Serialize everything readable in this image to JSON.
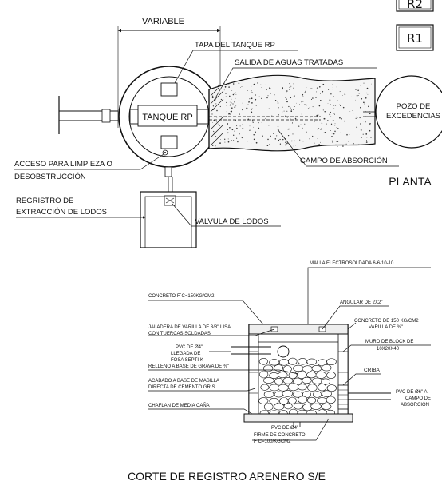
{
  "tags": {
    "r2": "R2",
    "r1": "R1"
  },
  "plan": {
    "title": "PLANTA",
    "variable": "VARIABLE",
    "tapa": "TAPA DEL TANQUE RP",
    "salida": "SALIDA DE AGUAS TRATADAS",
    "tanque": "TANQUE RP",
    "pozo_1": "POZO DE",
    "pozo_2": "EXCEDENCIAS",
    "acceso_1": "ACCESO PARA LIMPIEZA O",
    "acceso_2": "DESOBSTRUCCIÓN",
    "campo": "CAMPO DE ABSORCIÓN",
    "registro_1": "REGRISTRO DE",
    "registro_2": "EXTRACCIÓN DE LODOS",
    "valvula": "VALVULA DE LODOS"
  },
  "section": {
    "title": "CORTE DE REGISTRO ARENERO S/E",
    "malla": "MALLA ELECTROSOLDADA 6-6-10-10",
    "concreto_top": "CONCRETO F´C=150KG/CM2",
    "angular": "ANGULAR DE 2X2\"",
    "jaladera_1": "JALADERA DE VARILLA DE 3/8\" LISA",
    "jaladera_2": "CON TUERCAS SOLDADAS.",
    "concreto_right_1": "CONCRETO DE 150 KG/CM2",
    "concreto_right_2": "VARILLA DE ⅜\"",
    "pvc4_1": "PVC DE Ø4\"",
    "pvc4_2": "LLEGADA DE",
    "pvc4_3": "FOSA SEPTI-K",
    "muro_1": "MURO DE BLOCK DE",
    "muro_2": "10X20X40",
    "relleno": "RELLENO A BASE DE GRAVA DE ⅜\"",
    "acabado_1": "ACABADO A BASE DE MASILLA",
    "acabado_2": "DIRECTA DE CEMENTO GRIS",
    "criba": "CRIBA",
    "pvc6_1": "PVC DE Ø6\" A",
    "pvc6_2": "CAMPO DE",
    "pvc6_3": "ABSORCIÓN",
    "chaflan": "CHAFLAN DE MEDIA CAÑA",
    "pvc4_bottom": "PVC DE Ø4\"",
    "firme_1": "FIRME DE CONCRETO",
    "firme_2": "F´C=100/KGCM2"
  }
}
